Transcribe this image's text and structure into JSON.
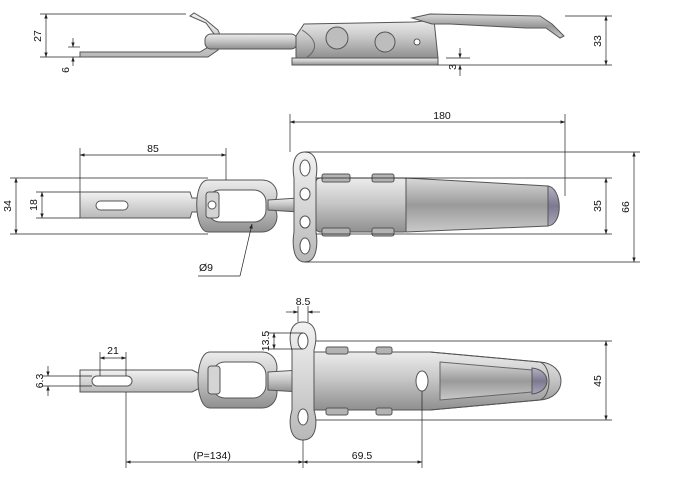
{
  "drawing": {
    "top_view": {
      "dimensions": {
        "height_27": "27",
        "thickness_6": "6",
        "height_33": "33",
        "base_3": "3"
      }
    },
    "front_view": {
      "dimensions": {
        "length_180": "180",
        "length_85": "85",
        "height_34": "34",
        "height_18": "18",
        "height_35": "35",
        "height_66": "66",
        "diameter_9": "Ø9"
      }
    },
    "bottom_view": {
      "dimensions": {
        "width_8_5": "8.5",
        "height_13_5": "13.5",
        "length_21": "21",
        "height_6_3": "6.3",
        "height_45": "45",
        "pitch_134": "(P=134)",
        "length_69_5": "69.5"
      }
    },
    "colors": {
      "metal": "#c4c4c4",
      "metal_dark": "#8a8a8a",
      "handle": "#aaaaaa",
      "handle_tip": "#8d8aa0",
      "line": "#222222"
    }
  }
}
